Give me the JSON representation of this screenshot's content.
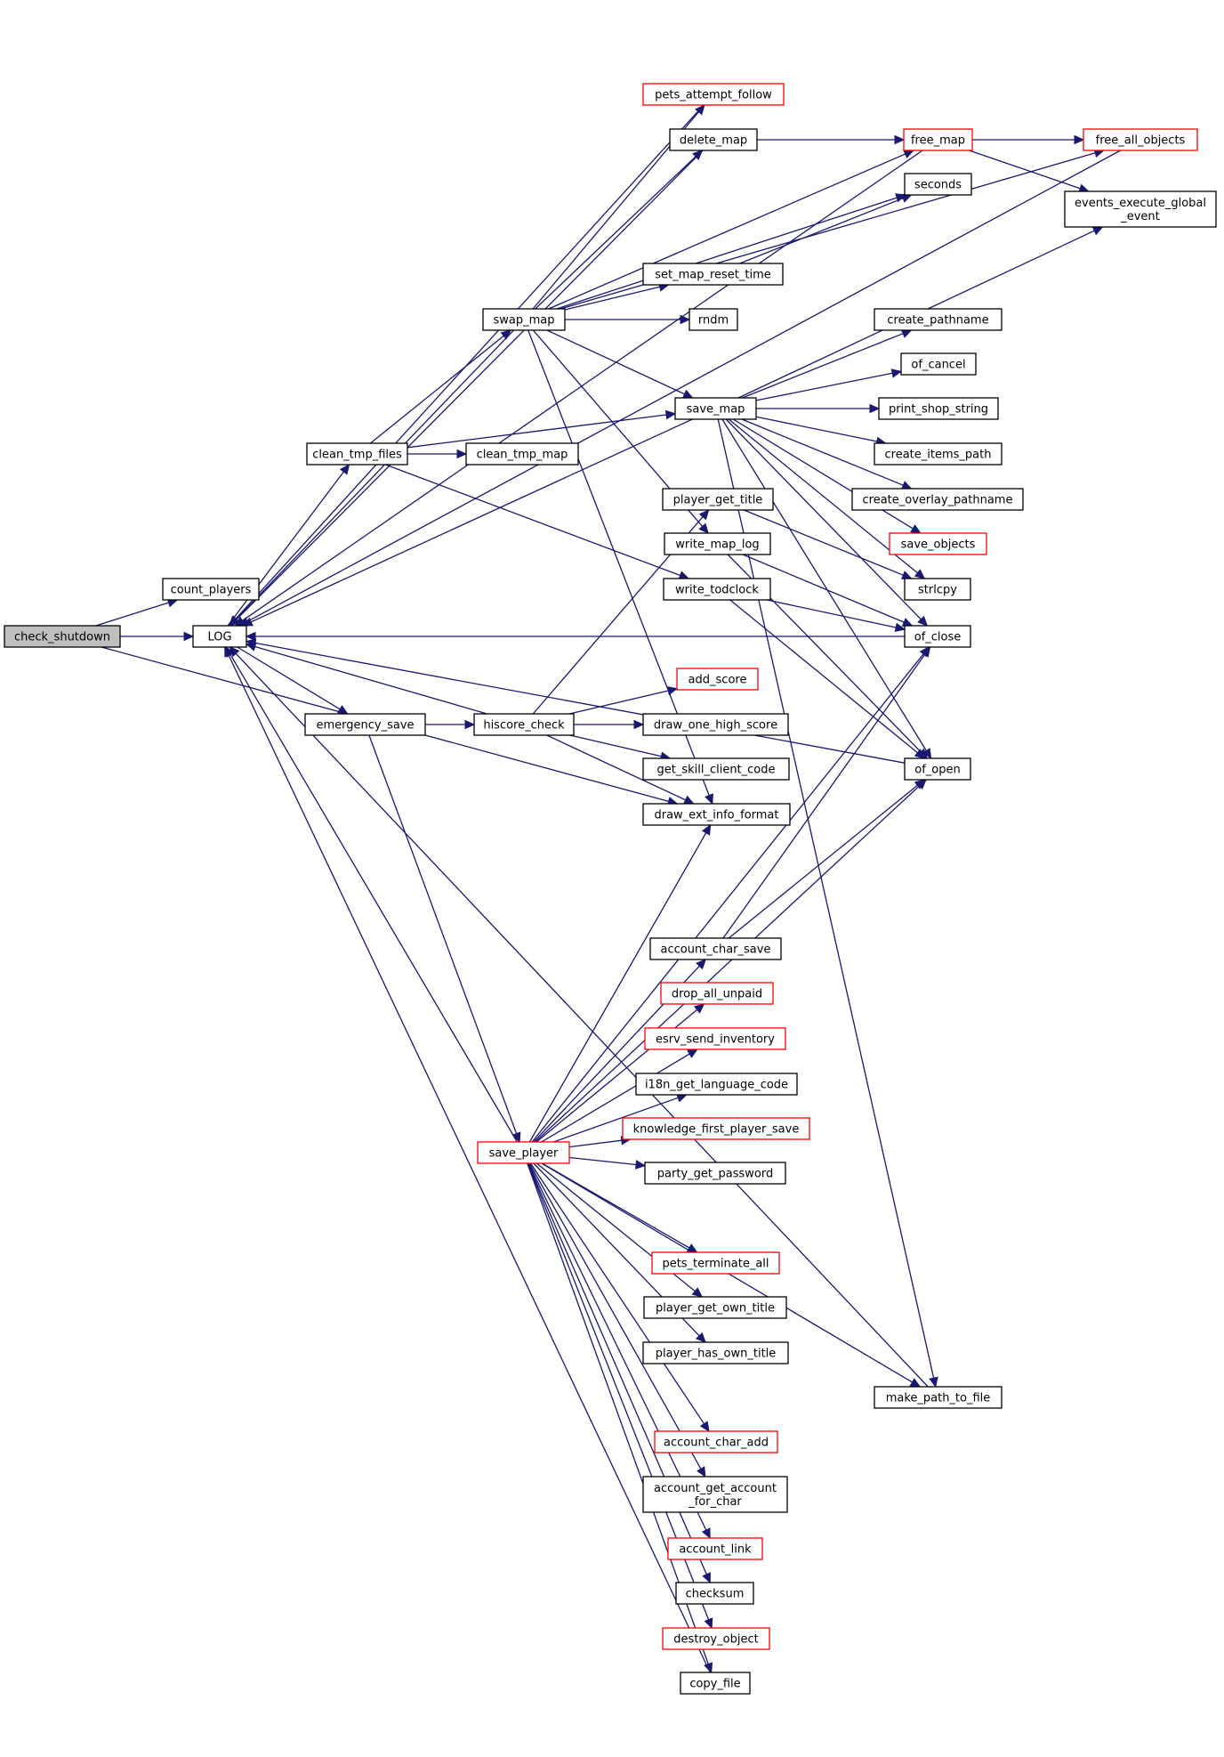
{
  "diagram": {
    "colors": {
      "edge": "#191970",
      "highlight_node": "#bfbfbf",
      "incomplete_node_border": "#ff0000",
      "node_border": "#000000"
    },
    "nodes": [
      {
        "id": "check_shutdown",
        "label": "check_shutdown",
        "style": "gray"
      },
      {
        "id": "count_players",
        "label": "count_players"
      },
      {
        "id": "LOG",
        "label": "LOG"
      },
      {
        "id": "clean_tmp_files",
        "label": "clean_tmp_files"
      },
      {
        "id": "emergency_save",
        "label": "emergency_save"
      },
      {
        "id": "swap_map",
        "label": "swap_map"
      },
      {
        "id": "clean_tmp_map",
        "label": "clean_tmp_map"
      },
      {
        "id": "hiscore_check",
        "label": "hiscore_check"
      },
      {
        "id": "save_player",
        "label": "save_player",
        "style": "red"
      },
      {
        "id": "pets_attempt_follow",
        "label": "pets_attempt_follow",
        "style": "red"
      },
      {
        "id": "delete_map",
        "label": "delete_map"
      },
      {
        "id": "set_map_reset_time",
        "label": "set_map_reset_time"
      },
      {
        "id": "rndm",
        "label": "rndm"
      },
      {
        "id": "save_map",
        "label": "save_map"
      },
      {
        "id": "player_get_title",
        "label": "player_get_title"
      },
      {
        "id": "write_map_log",
        "label": "write_map_log"
      },
      {
        "id": "write_todclock",
        "label": "write_todclock"
      },
      {
        "id": "add_score",
        "label": "add_score",
        "style": "red"
      },
      {
        "id": "draw_one_high_score",
        "label": "draw_one_high_score"
      },
      {
        "id": "get_skill_client_code",
        "label": "get_skill_client_code"
      },
      {
        "id": "draw_ext_info_format",
        "label": "draw_ext_info_format"
      },
      {
        "id": "account_char_save",
        "label": "account_char_save"
      },
      {
        "id": "drop_all_unpaid",
        "label": "drop_all_unpaid",
        "style": "red"
      },
      {
        "id": "esrv_send_inventory",
        "label": "esrv_send_inventory",
        "style": "red"
      },
      {
        "id": "i18n_get_language_code",
        "label": "i18n_get_language_code"
      },
      {
        "id": "knowledge_first_player_save",
        "label": "knowledge_first_player_save",
        "style": "red"
      },
      {
        "id": "party_get_password",
        "label": "party_get_password"
      },
      {
        "id": "pets_terminate_all",
        "label": "pets_terminate_all",
        "style": "red"
      },
      {
        "id": "player_get_own_title",
        "label": "player_get_own_title"
      },
      {
        "id": "player_has_own_title",
        "label": "player_has_own_title"
      },
      {
        "id": "account_char_add",
        "label": "account_char_add",
        "style": "red"
      },
      {
        "id": "account_get_account_for_char",
        "label": "account_get_account\n_for_char"
      },
      {
        "id": "account_link",
        "label": "account_link",
        "style": "red"
      },
      {
        "id": "checksum",
        "label": "checksum"
      },
      {
        "id": "destroy_object",
        "label": "destroy_object",
        "style": "red"
      },
      {
        "id": "copy_file",
        "label": "copy_file"
      },
      {
        "id": "free_map",
        "label": "free_map",
        "style": "red"
      },
      {
        "id": "seconds",
        "label": "seconds"
      },
      {
        "id": "create_pathname",
        "label": "create_pathname"
      },
      {
        "id": "of_cancel",
        "label": "of_cancel"
      },
      {
        "id": "print_shop_string",
        "label": "print_shop_string"
      },
      {
        "id": "create_items_path",
        "label": "create_items_path"
      },
      {
        "id": "create_overlay_pathname",
        "label": "create_overlay_pathname"
      },
      {
        "id": "save_objects",
        "label": "save_objects",
        "style": "red"
      },
      {
        "id": "strlcpy",
        "label": "strlcpy"
      },
      {
        "id": "of_close",
        "label": "of_close"
      },
      {
        "id": "of_open",
        "label": "of_open"
      },
      {
        "id": "make_path_to_file",
        "label": "make_path_to_file"
      },
      {
        "id": "free_all_objects",
        "label": "free_all_objects",
        "style": "red"
      },
      {
        "id": "events_execute_global_event",
        "label": "events_execute_global\n_event"
      }
    ],
    "edges": [
      [
        "check_shutdown",
        "count_players"
      ],
      [
        "check_shutdown",
        "LOG"
      ],
      [
        "check_shutdown",
        "draw_ext_info_format"
      ],
      [
        "LOG",
        "clean_tmp_files"
      ],
      [
        "LOG",
        "emergency_save"
      ],
      [
        "clean_tmp_files",
        "swap_map"
      ],
      [
        "clean_tmp_files",
        "clean_tmp_map"
      ],
      [
        "clean_tmp_files",
        "save_map"
      ],
      [
        "clean_tmp_files",
        "write_todclock"
      ],
      [
        "emergency_save",
        "hiscore_check"
      ],
      [
        "emergency_save",
        "save_player"
      ],
      [
        "swap_map",
        "pets_attempt_follow"
      ],
      [
        "swap_map",
        "delete_map"
      ],
      [
        "swap_map",
        "free_map"
      ],
      [
        "swap_map",
        "seconds"
      ],
      [
        "swap_map",
        "set_map_reset_time"
      ],
      [
        "swap_map",
        "rndm"
      ],
      [
        "swap_map",
        "save_map"
      ],
      [
        "swap_map",
        "free_all_objects"
      ],
      [
        "swap_map",
        "write_map_log"
      ],
      [
        "swap_map",
        "draw_ext_info_format"
      ],
      [
        "swap_map",
        "LOG"
      ],
      [
        "pets_attempt_follow",
        "LOG"
      ],
      [
        "delete_map",
        "free_map"
      ],
      [
        "delete_map",
        "LOG"
      ],
      [
        "free_map",
        "free_all_objects"
      ],
      [
        "free_map",
        "events_execute_global_event"
      ],
      [
        "free_map",
        "LOG"
      ],
      [
        "free_all_objects",
        "LOG"
      ],
      [
        "set_map_reset_time",
        "seconds"
      ],
      [
        "save_map",
        "create_pathname"
      ],
      [
        "save_map",
        "of_cancel"
      ],
      [
        "save_map",
        "print_shop_string"
      ],
      [
        "save_map",
        "create_items_path"
      ],
      [
        "save_map",
        "create_overlay_pathname"
      ],
      [
        "save_map",
        "save_objects"
      ],
      [
        "save_map",
        "strlcpy"
      ],
      [
        "save_map",
        "of_close"
      ],
      [
        "save_map",
        "of_open"
      ],
      [
        "save_map",
        "events_execute_global_event"
      ],
      [
        "save_map",
        "make_path_to_file"
      ],
      [
        "save_map",
        "LOG"
      ],
      [
        "hiscore_check",
        "add_score"
      ],
      [
        "hiscore_check",
        "draw_one_high_score"
      ],
      [
        "hiscore_check",
        "get_skill_client_code"
      ],
      [
        "hiscore_check",
        "draw_ext_info_format"
      ],
      [
        "hiscore_check",
        "player_get_title"
      ],
      [
        "hiscore_check",
        "LOG"
      ],
      [
        "player_get_title",
        "strlcpy"
      ],
      [
        "write_map_log",
        "of_open"
      ],
      [
        "write_map_log",
        "of_close"
      ],
      [
        "write_todclock",
        "of_open"
      ],
      [
        "write_todclock",
        "of_close"
      ],
      [
        "of_close",
        "LOG"
      ],
      [
        "of_open",
        "LOG"
      ],
      [
        "account_char_save",
        "of_open"
      ],
      [
        "account_char_save",
        "of_close"
      ],
      [
        "make_path_to_file",
        "LOG"
      ],
      [
        "save_player",
        "draw_ext_info_format"
      ],
      [
        "save_player",
        "account_char_save"
      ],
      [
        "save_player",
        "drop_all_unpaid"
      ],
      [
        "save_player",
        "esrv_send_inventory"
      ],
      [
        "save_player",
        "i18n_get_language_code"
      ],
      [
        "save_player",
        "knowledge_first_player_save"
      ],
      [
        "save_player",
        "party_get_password"
      ],
      [
        "save_player",
        "of_open"
      ],
      [
        "save_player",
        "of_close"
      ],
      [
        "save_player",
        "pets_terminate_all"
      ],
      [
        "save_player",
        "player_get_own_title"
      ],
      [
        "save_player",
        "player_has_own_title"
      ],
      [
        "save_player",
        "make_path_to_file"
      ],
      [
        "save_player",
        "account_char_add"
      ],
      [
        "save_player",
        "account_get_account_for_char"
      ],
      [
        "save_player",
        "account_link"
      ],
      [
        "save_player",
        "checksum"
      ],
      [
        "save_player",
        "destroy_object"
      ],
      [
        "save_player",
        "copy_file"
      ],
      [
        "save_player",
        "LOG"
      ],
      [
        "copy_file",
        "LOG"
      ]
    ]
  }
}
